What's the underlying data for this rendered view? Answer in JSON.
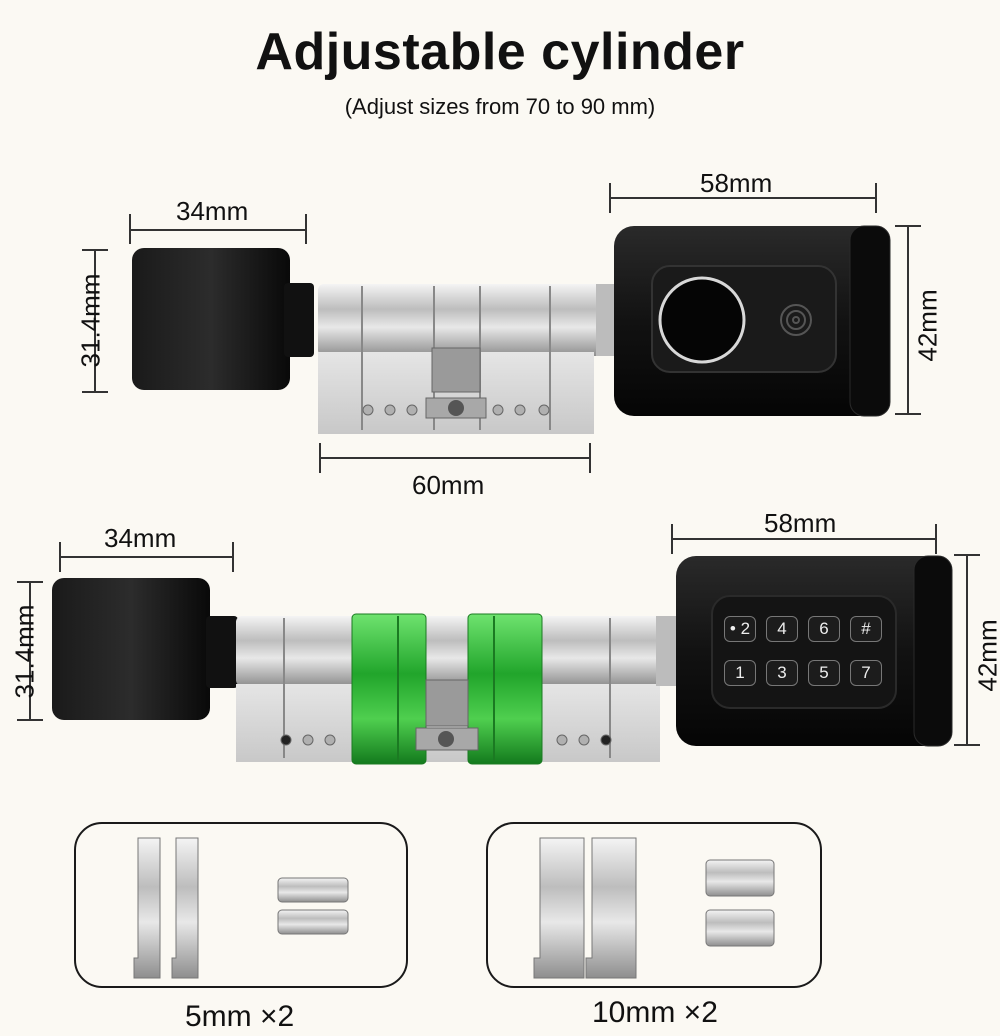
{
  "header": {
    "title": "Adjustable cylinder",
    "subtitle": "(Adjust sizes from 70 to 90 mm)"
  },
  "top_lock": {
    "knob_width": "34mm",
    "knob_height": "31.4mm",
    "body_width": "58mm",
    "body_height": "42mm",
    "cylinder_length": "60mm",
    "reader": "fingerprint"
  },
  "bottom_lock": {
    "knob_width": "34mm",
    "knob_height": "31.4mm",
    "body_width": "58mm",
    "body_height": "42mm",
    "keypad_keys": [
      "• 2",
      "4",
      "6",
      "#",
      "1",
      "3",
      "5",
      "7"
    ],
    "extension_color": "#2fae3a"
  },
  "accessories": [
    {
      "label": "5mm ×2"
    },
    {
      "label": "10mm ×2"
    }
  ]
}
